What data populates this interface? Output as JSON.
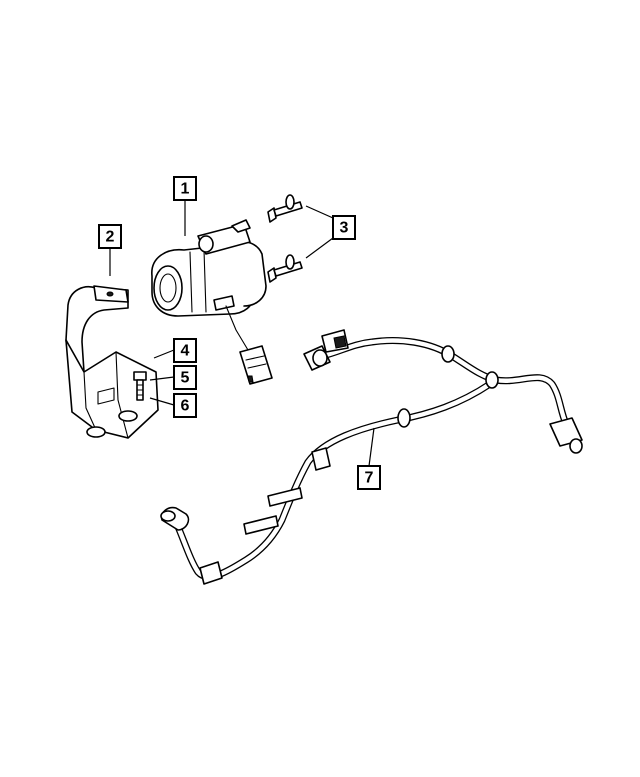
{
  "callouts": [
    {
      "id": "c1",
      "label": "1",
      "part": "vacuum-pump"
    },
    {
      "id": "c2",
      "label": "2",
      "part": "mounting-bracket"
    },
    {
      "id": "c3",
      "label": "3",
      "part": "pump-bolts"
    },
    {
      "id": "c4",
      "label": "4",
      "part": "bracket-bolt"
    },
    {
      "id": "c5",
      "label": "5",
      "part": "bracket-washer"
    },
    {
      "id": "c6",
      "label": "6",
      "part": "bracket-isolator"
    },
    {
      "id": "c7",
      "label": "7",
      "part": "vacuum-hose-assembly"
    }
  ],
  "colors": {
    "line": "#000000",
    "background": "#ffffff"
  }
}
